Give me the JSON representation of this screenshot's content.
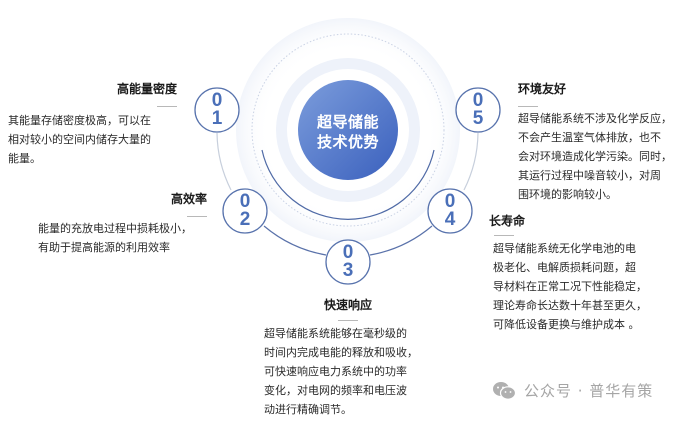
{
  "center": {
    "line1": "超导储能",
    "line2": "技术优势"
  },
  "colors": {
    "accent": "#4a6fb8",
    "center_fill_top": "#6f93d8",
    "center_fill_bottom": "#3f66c0",
    "ring_light": "#eef2fa",
    "arc": "#b9c6de",
    "text": "#2a2a2a",
    "watermark": "#a5a5a5"
  },
  "items": [
    {
      "digits": [
        "0",
        "1"
      ],
      "title": "高能量密度",
      "desc": [
        "其能量存储密度极高，可以在",
        "相对较小的空间内储存大量的",
        "能量。"
      ]
    },
    {
      "digits": [
        "0",
        "2"
      ],
      "title": "高效率",
      "desc": [
        "能量的充放电过程中损耗极小，",
        "有助于提高能源的利用效率"
      ]
    },
    {
      "digits": [
        "0",
        "3"
      ],
      "title": "快速响应",
      "desc": [
        "超导储能系统能够在毫秒级的",
        "时间内完成电能的释放和吸收，",
        "可快速响应电力系统中的功率",
        "变化，对电网的频率和电压波",
        "动进行精确调节。"
      ]
    },
    {
      "digits": [
        "0",
        "4"
      ],
      "title": "长寿命",
      "desc": [
        "超导储能系统无化学电池的电",
        "极老化、电解质损耗问题，超",
        "导材料在正常工况下性能稳定，",
        "理论寿命长达数十年甚至更久，",
        "可降低设备更换与维护成本 。"
      ]
    },
    {
      "digits": [
        "0",
        "5"
      ],
      "title": "环境友好",
      "desc": [
        "超导储能系统不涉及化学反应，",
        "不会产生温室气体排放，也不",
        "会对环境造成化学污染。同时，",
        "其运行过程中噪音较小，对周",
        "围环境的影响较小。"
      ]
    }
  ],
  "watermark": {
    "icon": "wechat-icon",
    "text": "公众号 · 普华有策"
  }
}
